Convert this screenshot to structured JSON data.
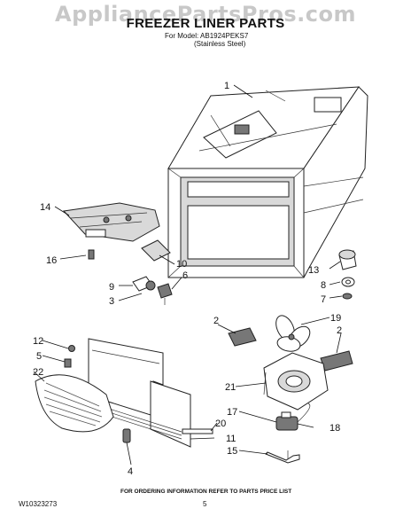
{
  "watermark": "AppliancePartsPros.com",
  "title": "FREEZER LINER PARTS",
  "model_line": "For Model: AB1924PEKS7",
  "model_sub": "(Stainless Steel)",
  "callouts": [
    {
      "id": "c1",
      "label": "1"
    },
    {
      "id": "c14",
      "label": "14"
    },
    {
      "id": "c16",
      "label": "16"
    },
    {
      "id": "c10",
      "label": "10"
    },
    {
      "id": "c9",
      "label": "9"
    },
    {
      "id": "c6",
      "label": "6"
    },
    {
      "id": "c3",
      "label": "3"
    },
    {
      "id": "c13",
      "label": "13"
    },
    {
      "id": "c8",
      "label": "8"
    },
    {
      "id": "c7",
      "label": "7"
    },
    {
      "id": "c2a",
      "label": "2"
    },
    {
      "id": "c19",
      "label": "19"
    },
    {
      "id": "c2b",
      "label": "2"
    },
    {
      "id": "c12",
      "label": "12"
    },
    {
      "id": "c5",
      "label": "5"
    },
    {
      "id": "c22",
      "label": "22"
    },
    {
      "id": "c21",
      "label": "21"
    },
    {
      "id": "c17",
      "label": "17"
    },
    {
      "id": "c20",
      "label": "20"
    },
    {
      "id": "c18",
      "label": "18"
    },
    {
      "id": "c11",
      "label": "11"
    },
    {
      "id": "c15",
      "label": "15"
    },
    {
      "id": "c4",
      "label": "4"
    }
  ],
  "footer": {
    "ordering": "FOR ORDERING INFORMATION REFER TO PARTS PRICE LIST",
    "code": "W10323273",
    "page": "5"
  }
}
